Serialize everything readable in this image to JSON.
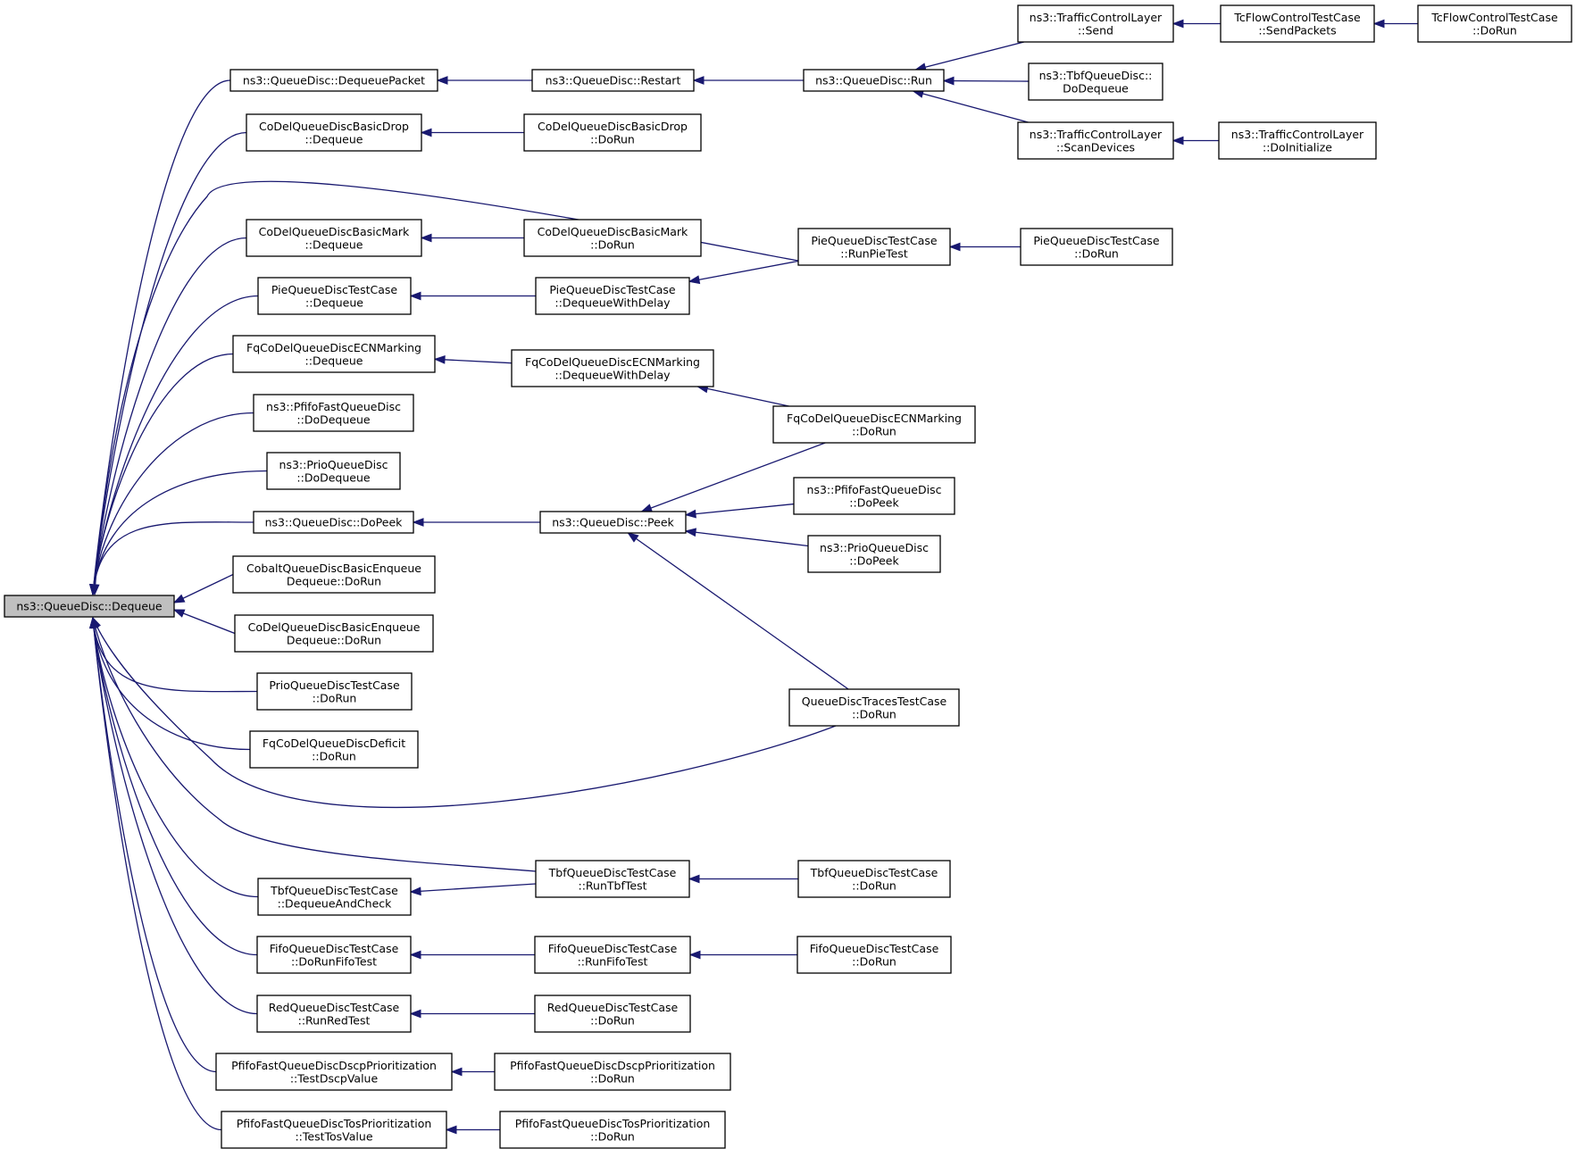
{
  "colors": {
    "edge": "#191970",
    "node_fill": "#ffffff",
    "root_fill": "#bfbfbf",
    "node_stroke": "#000000"
  },
  "nodes": [
    {
      "id": "root",
      "lines": [
        "ns3::QueueDisc::Dequeue"
      ],
      "root": true
    },
    {
      "id": "a1",
      "lines": [
        "ns3::QueueDisc::DequeuePacket"
      ]
    },
    {
      "id": "a2",
      "lines": [
        "CoDelQueueDiscBasicDrop",
        "::Dequeue"
      ]
    },
    {
      "id": "a3",
      "lines": [
        "CoDelQueueDiscBasicMark",
        "::Dequeue"
      ]
    },
    {
      "id": "a4",
      "lines": [
        "PieQueueDiscTestCase",
        "::Dequeue"
      ]
    },
    {
      "id": "a5",
      "lines": [
        "FqCoDelQueueDiscECNMarking",
        "::Dequeue"
      ]
    },
    {
      "id": "a6",
      "lines": [
        "ns3::PfifoFastQueueDisc",
        "::DoDequeue"
      ]
    },
    {
      "id": "a7",
      "lines": [
        "ns3::PrioQueueDisc",
        "::DoDequeue"
      ]
    },
    {
      "id": "a8",
      "lines": [
        "ns3::QueueDisc::DoPeek"
      ]
    },
    {
      "id": "a9",
      "lines": [
        "CobaltQueueDiscBasicEnqueue",
        "Dequeue::DoRun"
      ]
    },
    {
      "id": "a10",
      "lines": [
        "CoDelQueueDiscBasicEnqueue",
        "Dequeue::DoRun"
      ]
    },
    {
      "id": "a11",
      "lines": [
        "PrioQueueDiscTestCase",
        "::DoRun"
      ]
    },
    {
      "id": "a12",
      "lines": [
        "FqCoDelQueueDiscDeficit",
        "::DoRun"
      ]
    },
    {
      "id": "a13",
      "lines": [
        "TbfQueueDiscTestCase",
        "::DequeueAndCheck"
      ]
    },
    {
      "id": "a14",
      "lines": [
        "FifoQueueDiscTestCase",
        "::DoRunFifoTest"
      ]
    },
    {
      "id": "a15",
      "lines": [
        "RedQueueDiscTestCase",
        "::RunRedTest"
      ]
    },
    {
      "id": "a16",
      "lines": [
        "PfifoFastQueueDiscDscpPrioritization",
        "::TestDscpValue"
      ]
    },
    {
      "id": "a17",
      "lines": [
        "PfifoFastQueueDiscTosPrioritization",
        "::TestTosValue"
      ]
    },
    {
      "id": "b1",
      "lines": [
        "ns3::QueueDisc::Restart"
      ]
    },
    {
      "id": "b2",
      "lines": [
        "CoDelQueueDiscBasicDrop",
        "::DoRun"
      ]
    },
    {
      "id": "b3",
      "lines": [
        "CoDelQueueDiscBasicMark",
        "::DoRun"
      ]
    },
    {
      "id": "b4",
      "lines": [
        "PieQueueDiscTestCase",
        "::DequeueWithDelay"
      ]
    },
    {
      "id": "b5",
      "lines": [
        "FqCoDelQueueDiscECNMarking",
        "::DequeueWithDelay"
      ]
    },
    {
      "id": "b6",
      "lines": [
        "ns3::QueueDisc::Peek"
      ]
    },
    {
      "id": "b7",
      "lines": [
        "TbfQueueDiscTestCase",
        "::RunTbfTest"
      ]
    },
    {
      "id": "b8",
      "lines": [
        "FifoQueueDiscTestCase",
        "::RunFifoTest"
      ]
    },
    {
      "id": "b9",
      "lines": [
        "RedQueueDiscTestCase",
        "::DoRun"
      ]
    },
    {
      "id": "b10",
      "lines": [
        "PfifoFastQueueDiscDscpPrioritization",
        "::DoRun"
      ]
    },
    {
      "id": "b11",
      "lines": [
        "PfifoFastQueueDiscTosPrioritization",
        "::DoRun"
      ]
    },
    {
      "id": "c1",
      "lines": [
        "ns3::QueueDisc::Run"
      ]
    },
    {
      "id": "c2",
      "lines": [
        "PieQueueDiscTestCase",
        "::RunPieTest"
      ]
    },
    {
      "id": "c3",
      "lines": [
        "FqCoDelQueueDiscECNMarking",
        "::DoRun"
      ]
    },
    {
      "id": "c4",
      "lines": [
        "ns3::PfifoFastQueueDisc",
        "::DoPeek"
      ]
    },
    {
      "id": "c5",
      "lines": [
        "ns3::PrioQueueDisc",
        "::DoPeek"
      ]
    },
    {
      "id": "c6",
      "lines": [
        "QueueDiscTracesTestCase",
        "::DoRun"
      ]
    },
    {
      "id": "c7",
      "lines": [
        "TbfQueueDiscTestCase",
        "::DoRun"
      ]
    },
    {
      "id": "c8",
      "lines": [
        "FifoQueueDiscTestCase",
        "::DoRun"
      ]
    },
    {
      "id": "d1",
      "lines": [
        "ns3::TrafficControlLayer",
        "::Send"
      ]
    },
    {
      "id": "d2",
      "lines": [
        "ns3::TbfQueueDisc::",
        "DoDequeue"
      ]
    },
    {
      "id": "d3",
      "lines": [
        "ns3::TrafficControlLayer",
        "::ScanDevices"
      ]
    },
    {
      "id": "d4",
      "lines": [
        "PieQueueDiscTestCase",
        "::DoRun"
      ]
    },
    {
      "id": "e1",
      "lines": [
        "TcFlowControlTestCase",
        "::SendPackets"
      ]
    },
    {
      "id": "e2",
      "lines": [
        "ns3::TrafficControlLayer",
        "::DoInitialize"
      ]
    },
    {
      "id": "f1",
      "lines": [
        "TcFlowControlTestCase",
        "::DoRun"
      ]
    }
  ],
  "edges": [
    {
      "from": "a1",
      "to": "root"
    },
    {
      "from": "a2",
      "to": "root"
    },
    {
      "from": "c2",
      "to": "root"
    },
    {
      "from": "a3",
      "to": "root"
    },
    {
      "from": "a4",
      "to": "root"
    },
    {
      "from": "a5",
      "to": "root"
    },
    {
      "from": "a6",
      "to": "root"
    },
    {
      "from": "a7",
      "to": "root"
    },
    {
      "from": "a8",
      "to": "root"
    },
    {
      "from": "a9",
      "to": "root"
    },
    {
      "from": "a10",
      "to": "root"
    },
    {
      "from": "a11",
      "to": "root"
    },
    {
      "from": "a12",
      "to": "root"
    },
    {
      "from": "c6",
      "to": "root"
    },
    {
      "from": "b7",
      "to": "root"
    },
    {
      "from": "a13",
      "to": "root"
    },
    {
      "from": "a14",
      "to": "root"
    },
    {
      "from": "a15",
      "to": "root"
    },
    {
      "from": "a16",
      "to": "root"
    },
    {
      "from": "a17",
      "to": "root"
    },
    {
      "from": "b1",
      "to": "a1"
    },
    {
      "from": "b2",
      "to": "a2"
    },
    {
      "from": "b3",
      "to": "a3"
    },
    {
      "from": "b4",
      "to": "a4"
    },
    {
      "from": "b5",
      "to": "a5"
    },
    {
      "from": "b6",
      "to": "a8"
    },
    {
      "from": "b7",
      "to": "a13"
    },
    {
      "from": "b8",
      "to": "a14"
    },
    {
      "from": "b9",
      "to": "a15"
    },
    {
      "from": "b10",
      "to": "a16"
    },
    {
      "from": "b11",
      "to": "a17"
    },
    {
      "from": "c1",
      "to": "b1"
    },
    {
      "from": "c2",
      "to": "b4"
    },
    {
      "from": "c3",
      "to": "b5"
    },
    {
      "from": "c3",
      "to": "b6"
    },
    {
      "from": "c4",
      "to": "b6"
    },
    {
      "from": "c5",
      "to": "b6"
    },
    {
      "from": "c6",
      "to": "b6"
    },
    {
      "from": "c7",
      "to": "b7"
    },
    {
      "from": "c8",
      "to": "b8"
    },
    {
      "from": "d1",
      "to": "c1"
    },
    {
      "from": "d2",
      "to": "c1"
    },
    {
      "from": "d3",
      "to": "c1"
    },
    {
      "from": "d4",
      "to": "c2"
    },
    {
      "from": "e1",
      "to": "d1"
    },
    {
      "from": "e2",
      "to": "d3"
    },
    {
      "from": "f1",
      "to": "e1"
    }
  ]
}
